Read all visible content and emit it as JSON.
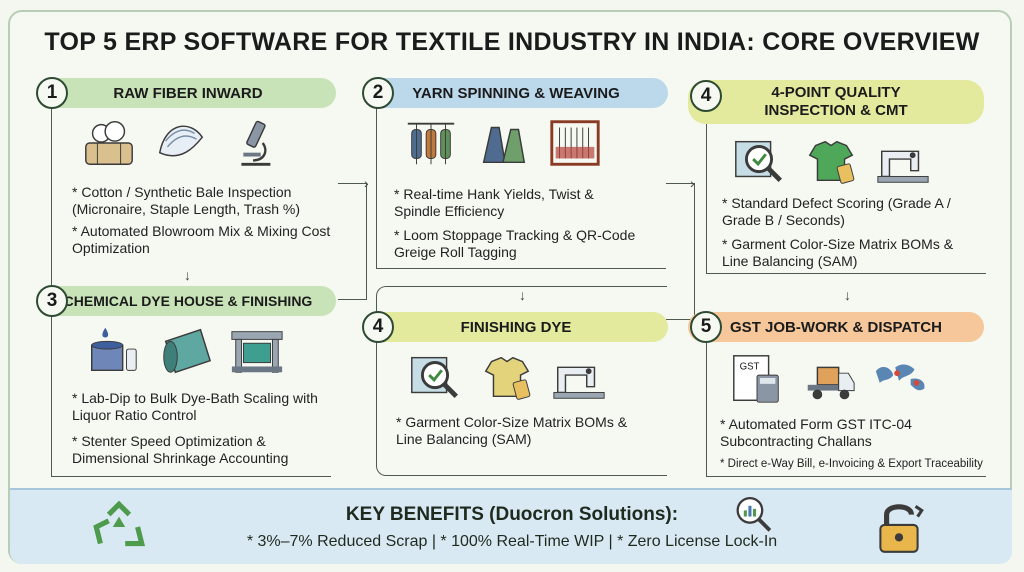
{
  "title": "TOP 5 ERP SOFTWARE FOR TEXTILE INDUSTRY IN INDIA: CORE OVERVIEW",
  "colors": {
    "green": "#c9e3b8",
    "blue": "#bcd9ec",
    "yellow": "#e3ea9e",
    "orange": "#f5c79a",
    "bottom": "#d9e9f3"
  },
  "steps": [
    {
      "num": "1",
      "title": "RAW FIBER INWARD",
      "icons": [
        "cotton-bale-icon",
        "fiber-icon",
        "microscope-icon"
      ],
      "bullets": [
        "* Cotton / Synthetic Bale Inspection (Micronaire, Staple Length, Trash %)",
        "* Automated Blowroom Mix & Mixing Cost Optimization"
      ]
    },
    {
      "num": "2",
      "title": "YARN SPINNING & WEAVING",
      "icons": [
        "spindles-icon",
        "yarn-cones-icon",
        "loom-icon"
      ],
      "bullets": [
        "* Real-time Hank Yields, Twist & Spindle Efficiency",
        "* Loom Stoppage Tracking & QR-Code Greige Roll Tagging"
      ]
    },
    {
      "num": "4",
      "title": "4-POINT QUALITY INSPECTION & CMT",
      "icons": [
        "fabric-inspect-icon",
        "shirt-tag-icon",
        "sewing-machine-icon"
      ],
      "bullets": [
        "* Standard Defect Scoring (Grade A / Grade B / Seconds)",
        "* Garment Color-Size Matrix BOMs & Line Balancing (SAM)"
      ]
    },
    {
      "num": "3",
      "title": "CHEMICAL DYE HOUSE & FINISHING",
      "icons": [
        "dye-vat-icon",
        "fabric-roll-icon",
        "stenter-machine-icon"
      ],
      "bullets": [
        "* Lab-Dip to Bulk Dye-Bath Scaling with Liquor Ratio Control",
        "* Stenter Speed Optimization & Dimensional Shrinkage Accounting"
      ]
    },
    {
      "num": "4",
      "title": "FINISHING DYE",
      "icons": [
        "fabric-inspect-icon",
        "shirt-tag-icon",
        "sewing-machine-icon"
      ],
      "bullets": [
        "* Garment Color-Size Matrix BOMs & Line Balancing (SAM)"
      ]
    },
    {
      "num": "5",
      "title": "GST JOB-WORK & DISPATCH",
      "icons": [
        "gst-calculator-icon",
        "delivery-truck-icon",
        "world-map-icon"
      ],
      "bullets": [
        "* Automated Form GST ITC-04 Subcontracting Challans",
        "* Direct e-Way Bill, e-Invoicing & Export Traceability"
      ]
    }
  ],
  "benefits": {
    "title": "KEY BENEFITS (Duocron Solutions):",
    "items": "* 3%–7% Reduced Scrap | * 100% Real-Time WIP | * Zero License Lock-In",
    "icons": [
      "recycle-icon",
      "magnifier-chart-icon",
      "broken-lock-icon"
    ]
  }
}
